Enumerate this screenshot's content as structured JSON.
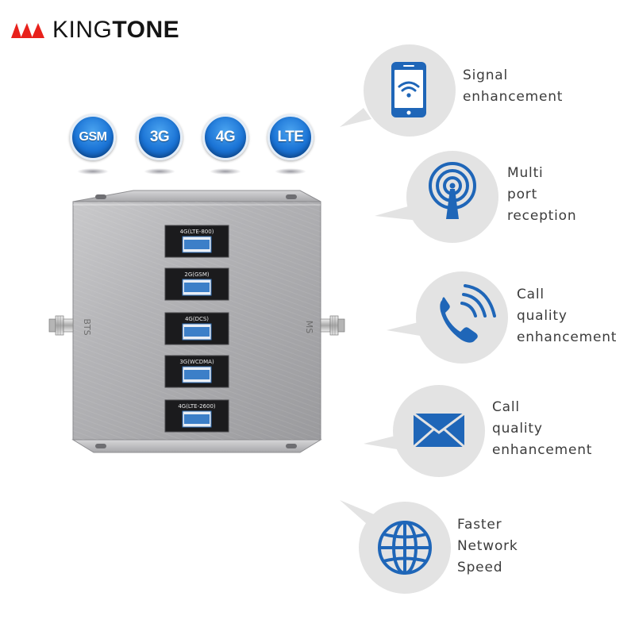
{
  "brand": {
    "name_light": "KING",
    "name_bold": "TONE",
    "logo_color": "#e8211b"
  },
  "network_badges": [
    {
      "label": "GSM"
    },
    {
      "label": "3G"
    },
    {
      "label": "4G"
    },
    {
      "label": "LTE"
    }
  ],
  "device": {
    "port_left": "BTS",
    "port_right": "MS",
    "bands": [
      "4G(LTE-800)",
      "2G(GSM)",
      "4G(DCS)",
      "3G(WCDMA)",
      "4G(LTE-2600)"
    ]
  },
  "features": [
    {
      "icon": "smartphone-wifi-icon",
      "lines": [
        "Signal",
        "enhancement"
      ]
    },
    {
      "icon": "antenna-tower-icon",
      "lines": [
        "Multi",
        "port",
        "reception"
      ]
    },
    {
      "icon": "phone-call-icon",
      "lines": [
        "Call",
        "quality",
        "enhancement"
      ]
    },
    {
      "icon": "envelope-icon",
      "lines": [
        "Call",
        "quality",
        "enhancement"
      ]
    },
    {
      "icon": "globe-icon",
      "lines": [
        "Faster",
        "Network",
        "Speed"
      ]
    }
  ],
  "colors": {
    "icon_blue": "#1f66b8",
    "bubble_gray": "#e3e3e3",
    "text_gray": "#3c3c3c"
  }
}
